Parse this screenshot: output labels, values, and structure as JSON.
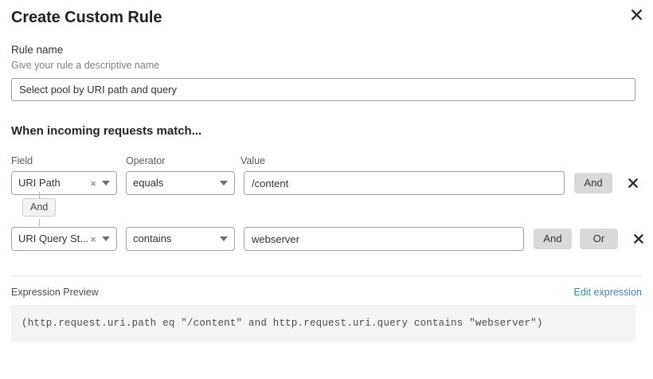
{
  "dialog": {
    "title": "Create Custom Rule",
    "close_icon": "close-icon"
  },
  "rule_name": {
    "label": "Rule name",
    "help": "Give your rule a descriptive name",
    "value": "Select pool by URI path and query",
    "placeholder": "Rule name"
  },
  "match_section": {
    "heading": "When incoming requests match...",
    "columns": {
      "field": "Field",
      "operator": "Operator",
      "value": "Value"
    },
    "connector": {
      "label": "And"
    },
    "rows": [
      {
        "field": "URI Path",
        "field_clear_icon": "clear-icon",
        "field_caret_icon": "chevron-down-icon",
        "operator": "equals",
        "operator_caret_icon": "chevron-down-icon",
        "value": "/content",
        "value_placeholder": "Value",
        "buttons": [
          "And"
        ],
        "remove_icon": "close-icon"
      },
      {
        "field": "URI Query St...",
        "field_clear_icon": "clear-icon",
        "field_caret_icon": "chevron-down-icon",
        "operator": "contains",
        "operator_caret_icon": "chevron-down-icon",
        "value": "webserver",
        "value_placeholder": "Value",
        "buttons": [
          "And",
          "Or"
        ],
        "remove_icon": "close-icon"
      }
    ]
  },
  "expression_preview": {
    "label": "Expression Preview",
    "edit_link": "Edit expression",
    "code": "(http.request.uri.path eq \"/content\" and http.request.uri.query contains \"webserver\")"
  },
  "colors": {
    "link": "#4a7fa5",
    "button_bg": "#d9d9d9",
    "preview_bg": "#f4f4f4",
    "border": "#a0a0a0",
    "text": "#313131"
  }
}
